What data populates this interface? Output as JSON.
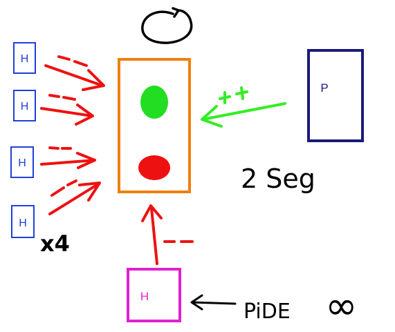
{
  "diagram": {
    "h_boxes": [
      {
        "label": "H"
      },
      {
        "label": "H"
      },
      {
        "label": "H"
      },
      {
        "label": "H"
      }
    ],
    "h_bottom": {
      "label": "H"
    },
    "p_box": {
      "label": "P"
    },
    "annotations": {
      "minus": "--",
      "plus": "++",
      "multiplier": "x4",
      "time": "2 Seg",
      "pide": "PiDE",
      "infinity": "∞"
    },
    "colors": {
      "h_box": "#1f3fd8",
      "h_bottom": "#e020d0",
      "p_box": "#1a1a7a",
      "light_frame": "#f07f10",
      "green_light": "#22dd22",
      "red_light": "#ee1111",
      "arrow_red": "#ee1111",
      "arrow_green": "#33ee22"
    }
  }
}
